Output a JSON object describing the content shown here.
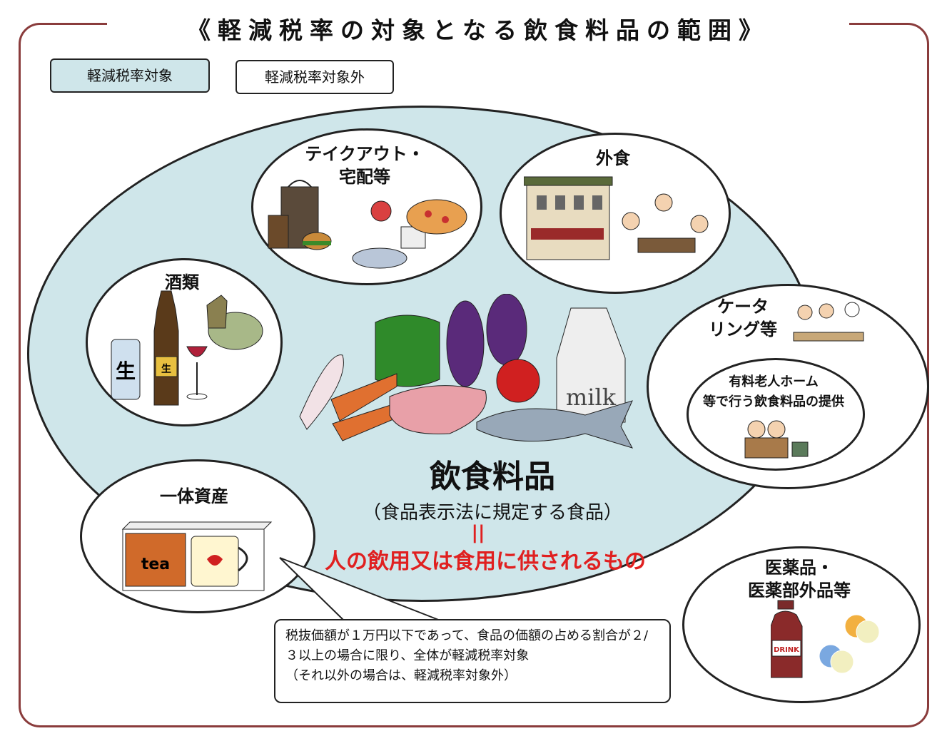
{
  "title": "《軽減税率の対象となる飲食料品の範囲》",
  "legend": {
    "target": "軽減税率対象",
    "non_target": "軽減税率対象外"
  },
  "circles": {
    "takeout": "テイクアウト・\n宅配等",
    "dining_out": "外食",
    "alcohol": "酒類",
    "catering": "ケータ\nリング等",
    "nursing": "有料老人ホーム\n等で行う飲食料品の提供",
    "bundled": "一体資産",
    "medicine": "医薬品・\n医薬部外品等"
  },
  "center": {
    "title": "飲食料品",
    "subtitle": "（食品表示法に規定する食品）",
    "equals": "||",
    "definition": "人の飲用又は食用に供されるもの"
  },
  "labels": {
    "beer": "生",
    "beer_bottle": "生",
    "tea": "tea",
    "milk": "milk",
    "drink": "DRINK"
  },
  "note": "税抜価額が１万円以下であって、食品の価額の占める割合が２/３以上の場合に限り、全体が軽減税率対象\n（それ以外の場合は、軽減税率対象外）",
  "colors": {
    "frame": "#8a3c3c",
    "target_fill": "#cfe6ea",
    "definition_text": "#e02020"
  }
}
